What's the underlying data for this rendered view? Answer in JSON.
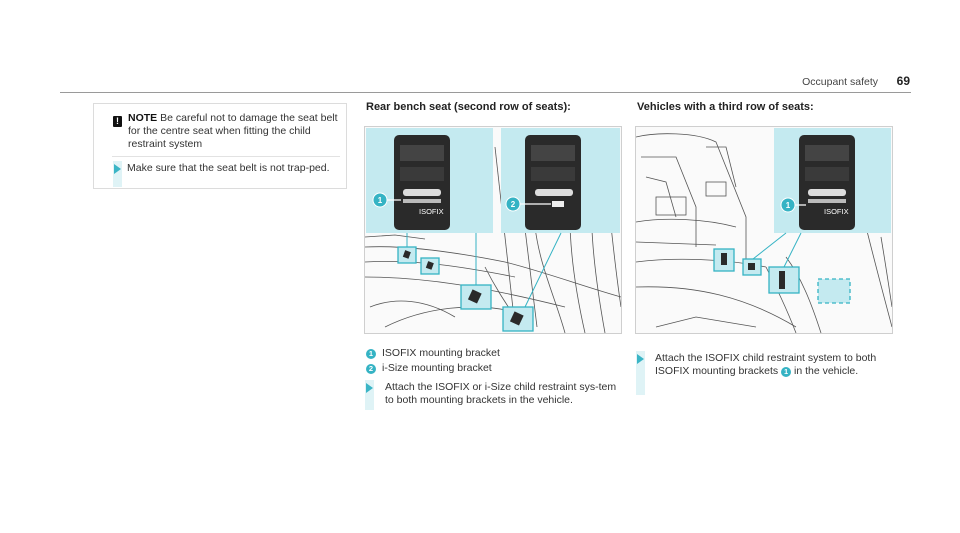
{
  "header": {
    "section": "Occupant safety",
    "page": "69"
  },
  "note": {
    "icon": "!",
    "title": "NOTE",
    "text": "Be careful not to damage the seat belt for the centre seat when fitting the child restraint system",
    "step": "Make sure that the seat belt is not trap-ped."
  },
  "col2": {
    "title": "Rear bench seat (second row of seats):",
    "legend": [
      {
        "num": "1",
        "label": "ISOFIX mounting bracket"
      },
      {
        "num": "2",
        "label": "i-Size mounting bracket"
      }
    ],
    "step": "Attach the ISOFIX or i-Size child restraint sys-tem to both mounting brackets in the vehicle.",
    "image_callouts": [
      "1",
      "2"
    ],
    "image_labels": [
      "ISOFIX"
    ]
  },
  "col3": {
    "title": "Vehicles with a third row of seats:",
    "step_before": "Attach the ISOFIX child restraint system to both ISOFIX mounting brackets",
    "step_ref": "1",
    "step_after": "in the vehicle.",
    "image_callouts": [
      "1"
    ],
    "image_labels": [
      "ISOFIX"
    ]
  },
  "colors": {
    "accent": "#35b3c4",
    "inset_bg": "#c4eaf0",
    "arrow": "#3ab5c6"
  },
  "icons": [
    "warning-icon",
    "step-arrow-icon",
    "callout-number"
  ]
}
